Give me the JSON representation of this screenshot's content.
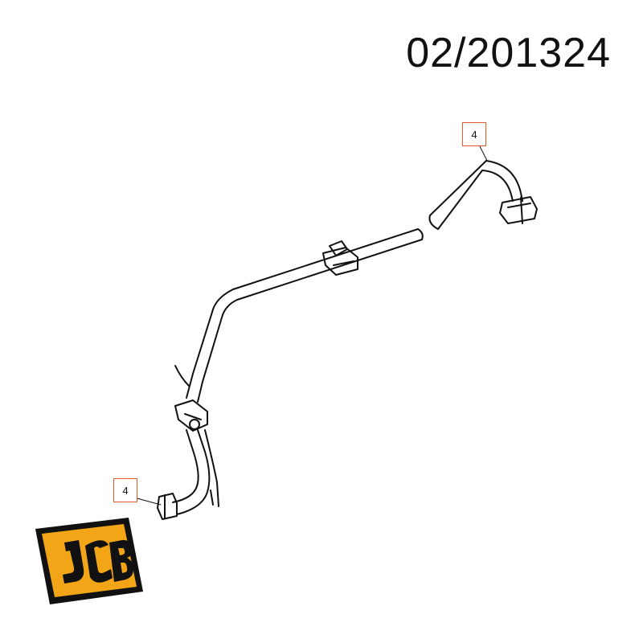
{
  "part_number": "02/201324",
  "callouts": {
    "top": "4",
    "bottom": "4"
  },
  "logo": {
    "text": "JCB",
    "colors": {
      "body": "#f2a516",
      "outline": "#111111"
    }
  },
  "colors": {
    "callout_border": "#e05a2b",
    "line": "#111111"
  }
}
